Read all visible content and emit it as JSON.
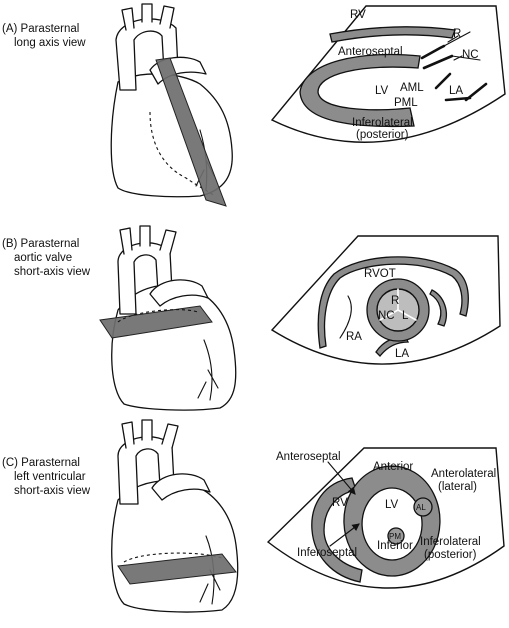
{
  "colors": {
    "tissue": "#8c8c8c",
    "plane": "#6e6e6e",
    "line": "#111111",
    "background": "#ffffff"
  },
  "panels": [
    {
      "caption": [
        "(A) Parasternal",
        "long axis view"
      ],
      "labels": {
        "rv": "RV",
        "anteroseptal": "Anteroseptal",
        "r": "R",
        "nc": "NC",
        "lv": "LV",
        "aml": "AML",
        "la": "LA",
        "pml": "PML",
        "inferolateral": "Inferolateral",
        "posterior": "(posterior)"
      }
    },
    {
      "caption": [
        "(B) Parasternal",
        "aortic valve",
        "short-axis view"
      ],
      "labels": {
        "rvot": "RVOT",
        "r": "R",
        "nc": "NC",
        "l": "L",
        "ra": "RA",
        "la": "LA"
      }
    },
    {
      "caption": [
        "(C) Parasternal",
        "left ventricular",
        "short-axis view"
      ],
      "labels": {
        "anteroseptal": "Anteroseptal",
        "anterior": "Anterior",
        "anterolateral": "Anterolateral",
        "lateral": "(lateral)",
        "rv": "RV",
        "lv": "LV",
        "al": "AL",
        "pm": "PM",
        "inferoseptal": "Inferoseptal",
        "inferior": "Inferior",
        "inferolateral": "Inferolateral",
        "posterior": "(posterior)"
      }
    }
  ]
}
